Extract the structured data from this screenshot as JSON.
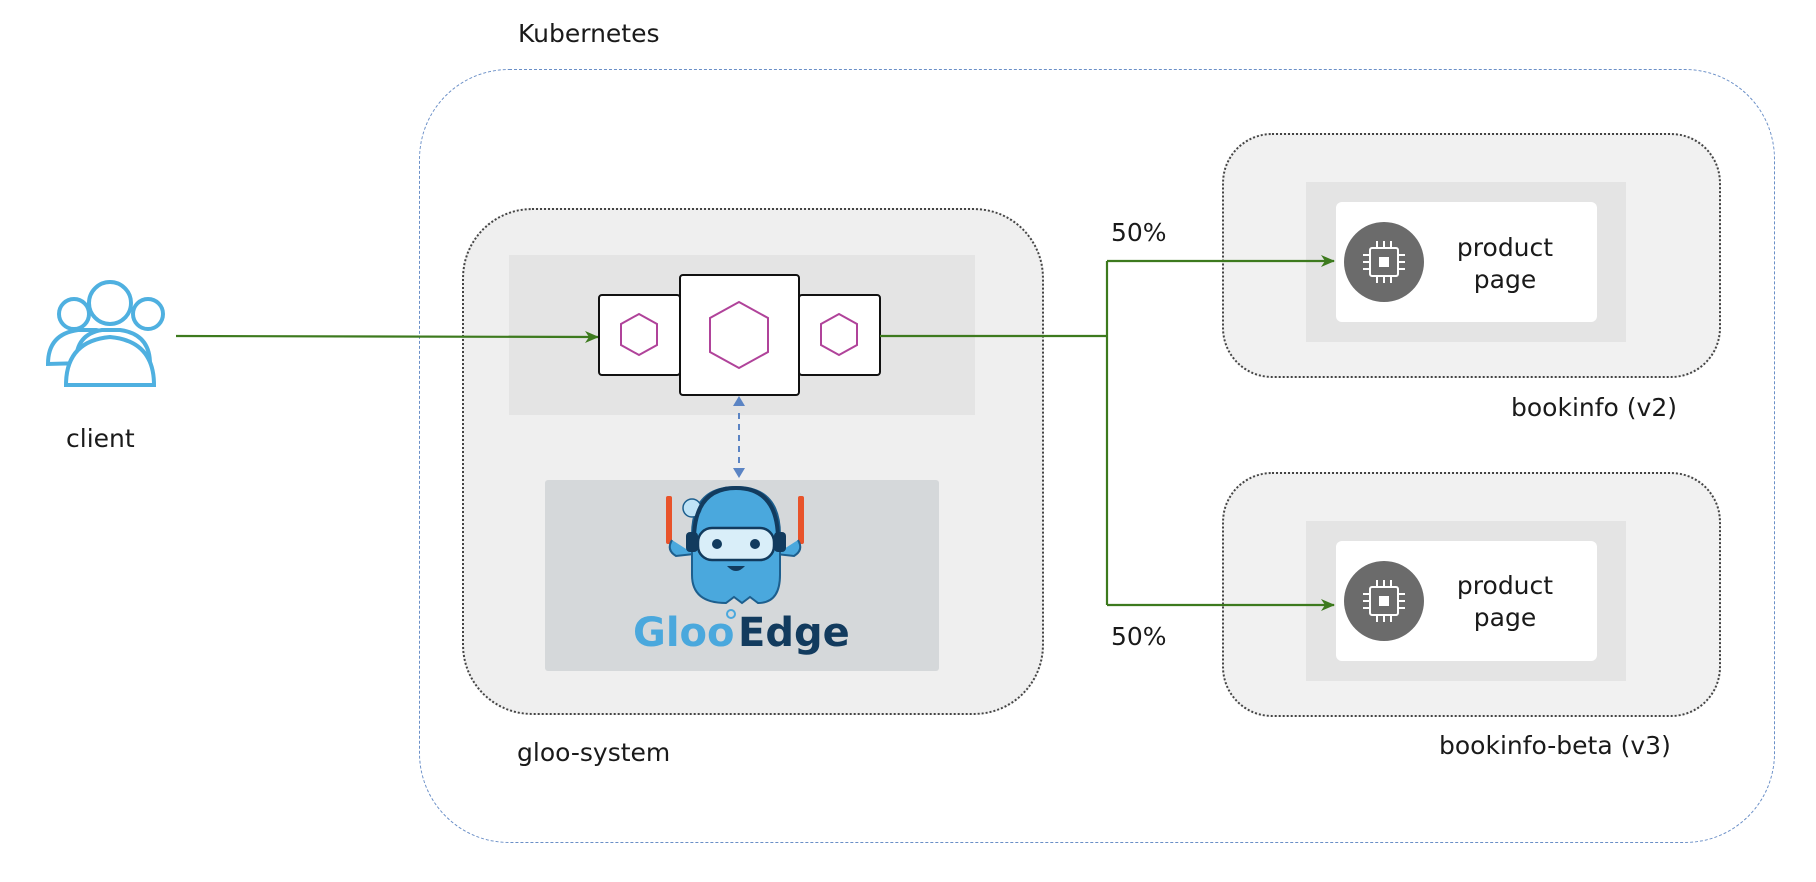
{
  "cluster": {
    "label": "Kubernetes"
  },
  "client": {
    "label": "client"
  },
  "gloo_system": {
    "label": "gloo-system",
    "logo": {
      "wordmark_part1": "Gloo",
      "wordmark_part2": "Edge",
      "icon": "gloo-mascot-icon"
    }
  },
  "routes": [
    {
      "weight": "50%"
    },
    {
      "weight": "50%"
    }
  ],
  "namespaces": [
    {
      "label": "bookinfo (v2)",
      "service": {
        "line1": "product",
        "line2": "page",
        "icon": "chip-icon"
      }
    },
    {
      "label": "bookinfo-beta (v3)",
      "service": {
        "line1": "product",
        "line2": "page",
        "icon": "chip-icon"
      }
    }
  ],
  "colors": {
    "cluster_border": "#6a8fc7",
    "flow_arrow": "#3d7a1e",
    "client_icon": "#4fb0e0",
    "hexagon": "#b0439a",
    "control_arrow": "#5b84c4",
    "chip_circle": "#6b6b6b"
  }
}
